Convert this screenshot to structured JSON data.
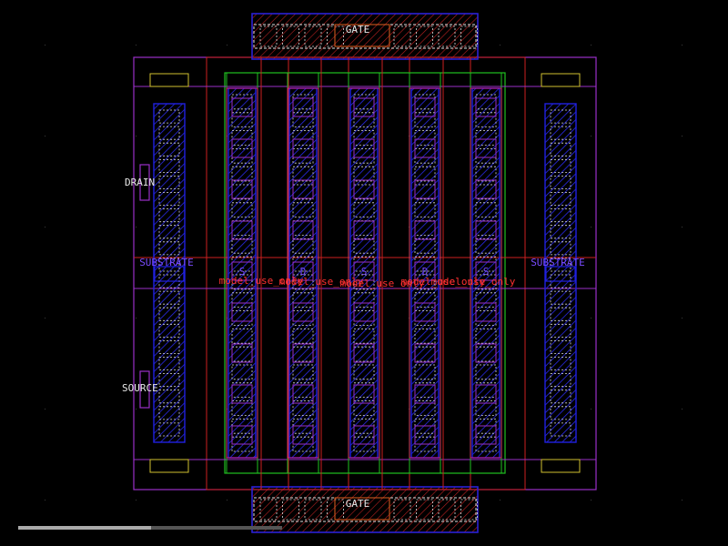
{
  "labels": {
    "gate_top": "GATE",
    "gate_bottom": "GATE",
    "drain": "DRAIN",
    "source": "SOURCE",
    "substrate_left": "SUBSTRATE",
    "substrate_right": "SUBSTRATE",
    "finger_labels": [
      "S",
      "D",
      "S",
      "D",
      "S"
    ],
    "model_use_only": "model_use_only"
  },
  "colors": {
    "background": "#000000",
    "poly_red": "#cc2020",
    "metal_blue": "#2020e0",
    "nwell_magenta": "#9a30c8",
    "oxide_green": "#20c020",
    "contact_white": "#e0e0e0",
    "implant_yellow": "#d0c030",
    "gate_orange": "#e06020",
    "text_white": "#e8e8e8",
    "text_purple": "#7a4cff",
    "text_red": "#ff3030"
  },
  "status": {
    "scale_label": ""
  }
}
